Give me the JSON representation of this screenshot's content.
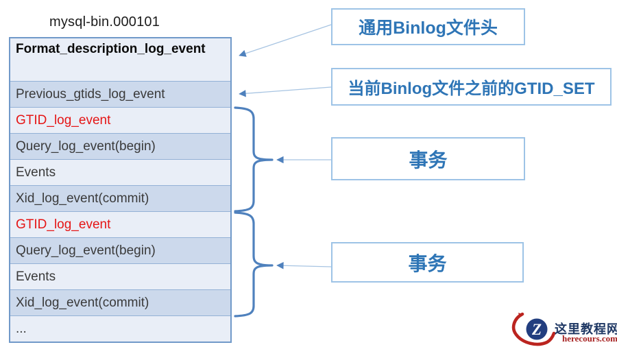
{
  "title": "mysql-bin.000101",
  "binlog_table": {
    "rows": [
      {
        "label": "Format_description_log_event",
        "emphasis": "bold"
      },
      {
        "label": "Previous_gtids_log_event",
        "emphasis": "normal"
      },
      {
        "label": "GTID_log_event",
        "emphasis": "red"
      },
      {
        "label": "Query_log_event(begin)",
        "emphasis": "normal"
      },
      {
        "label": "Events",
        "emphasis": "normal"
      },
      {
        "label": "Xid_log_event(commit)",
        "emphasis": "normal"
      },
      {
        "label": "GTID_log_event",
        "emphasis": "red"
      },
      {
        "label": "Query_log_event(begin)",
        "emphasis": "normal"
      },
      {
        "label": "Events",
        "emphasis": "normal"
      },
      {
        "label": "Xid_log_event(commit)",
        "emphasis": "normal"
      },
      {
        "label": "...",
        "emphasis": "normal"
      }
    ]
  },
  "annotations": [
    {
      "label": "通用Binlog文件头"
    },
    {
      "label": "当前Binlog文件之前的GTID_SET"
    },
    {
      "label": "事务"
    },
    {
      "label": "事务"
    }
  ],
  "watermark": {
    "site_name": "这里教程网",
    "domain": "herecours.com",
    "logo_letter": "Z"
  },
  "colors": {
    "annotation_text": "#2e75b6",
    "annotation_border": "#9dc3e6",
    "row_light": "#e9eef7",
    "row_dark": "#ccd9ec",
    "cell_border": "#93b1d6",
    "table_outer_border": "#7099c9",
    "red_event_text": "#e51515",
    "brace_blue": "#4f81bd",
    "arrow_line": "#a7c4e2",
    "watermark_navy": "#1f3864",
    "watermark_red": "#a62121"
  }
}
